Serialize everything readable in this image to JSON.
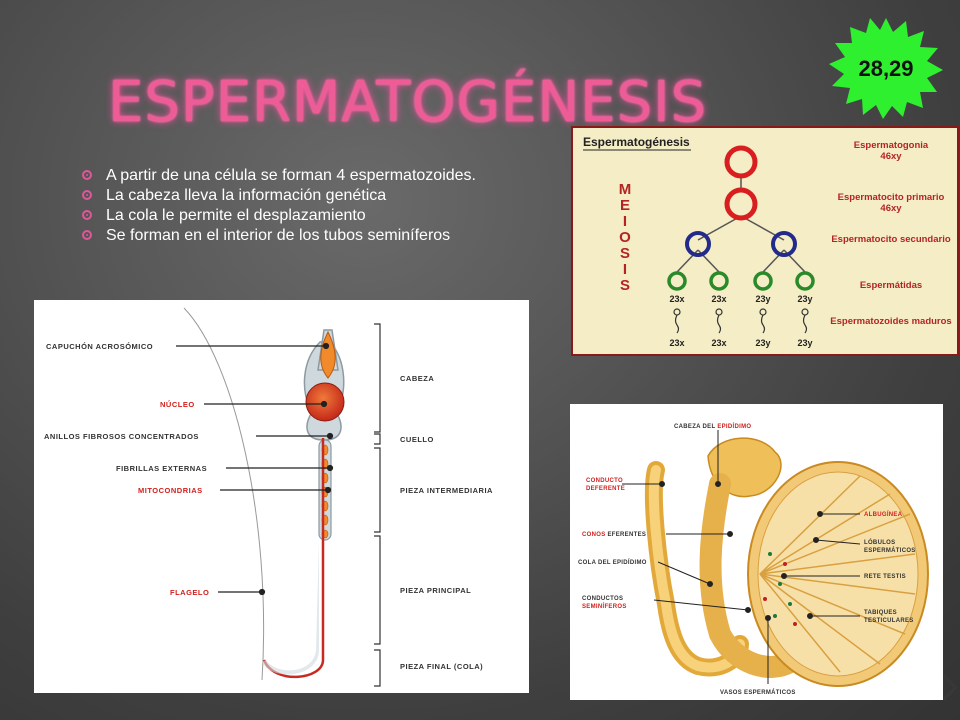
{
  "slide": {
    "title": "ESPERMATOGÉNESIS",
    "badge": "28,29",
    "bullets": [
      "A partir de una célula se forman 4 espermatozoides.",
      "La cabeza lleva la información genética",
      "La cola le permite el desplazamiento",
      "Se forman en el interior de los tubos seminíferos"
    ]
  },
  "colors": {
    "title": "#ee5c96",
    "bullet": "#e0579a",
    "badge": "#2ef02e",
    "background": "#4e4e4e"
  },
  "sperm_figure": {
    "labels": {
      "capuchon": "CAPUCHÓN ACROSÓMICO",
      "nucleo": "NÚCLEO",
      "anillos": "ANILLOS FIBROSOS CONCENTRADOS",
      "fibrillas": "FIBRILLAS EXTERNAS",
      "mitocondrias": "MITOCONDRIAS",
      "flagelo": "FLAGELO",
      "cabeza": "CABEZA",
      "cuello": "CUELLO",
      "pieza_intermediaria": "PIEZA INTERMEDIARIA",
      "pieza_principal": "PIEZA PRINCIPAL",
      "pieza_final": "PIEZA FINAL (COLA)"
    }
  },
  "meiosis_figure": {
    "title": "Espermatogénesis",
    "side_label": [
      "M",
      "E",
      "I",
      "O",
      "S",
      "I",
      "S"
    ],
    "stages": {
      "espermatogonia": "Espermatogonia",
      "espermatogonia_k": "46xy",
      "primario": "Espermatocito primario",
      "primario_k": "46xy",
      "secundario": "Espermatocito secundario",
      "espermatidas": "Espermátidas",
      "maduros": "Espermatozoides maduros"
    },
    "spermatid_labels": [
      "23x",
      "23x",
      "23y",
      "23y"
    ],
    "sperm_labels": [
      "23x",
      "23x",
      "23y",
      "23y"
    ]
  },
  "testis_figure": {
    "labels": {
      "cabeza_del": "CABEZA DEL ",
      "epididimo": "EPIDÍDIMO",
      "conducto": "CONDUCTO",
      "deferente": "DEFERENTE",
      "conos": "CONOS",
      "eferentes": " EFERENTES",
      "cola": "COLA DEL EPIDÍDIMO",
      "conductos": "CONDUCTOS",
      "seminiferos": "SEMINÍFEROS",
      "albuginea": "ALBUGÍNEA",
      "lobulos1": "LÓBULOS",
      "lobulos2": "ESPERMÁTICOS",
      "rete": "RETE TESTIS",
      "tabiques1": "TABIQUES",
      "tabiques2": "TESTICULARES",
      "vasos": "VASOS ESPERMÁTICOS"
    }
  }
}
